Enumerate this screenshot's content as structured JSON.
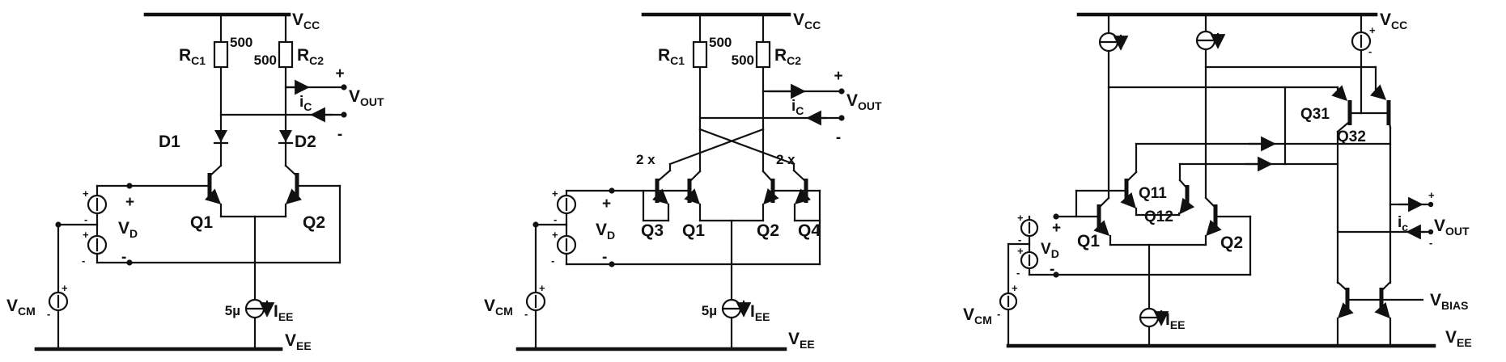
{
  "figure": {
    "background": "#ffffff",
    "ink": "#111111",
    "description": "Three bipolar differential amplifier schematics"
  },
  "sym": {
    "plus": "+",
    "minus": "-"
  },
  "c1": {
    "vcc": {
      "m": "V",
      "s": "CC"
    },
    "rc1": {
      "m": "R",
      "s": "C1"
    },
    "rc1_value": "500",
    "rc2": {
      "m": "R",
      "s": "C2"
    },
    "rc2_value": "500",
    "ic": {
      "m": "i",
      "s": "C"
    },
    "vout": {
      "m": "V",
      "s": "OUT"
    },
    "d1": "D1",
    "d2": "D2",
    "q1": "Q1",
    "q2": "Q2",
    "vd": {
      "m": "V",
      "s": "D"
    },
    "vcm": {
      "m": "V",
      "s": "CM"
    },
    "iee": {
      "m": "I",
      "s": "EE"
    },
    "iee_value": "5µ",
    "vee": {
      "m": "V",
      "s": "EE"
    }
  },
  "c2": {
    "vcc": {
      "m": "V",
      "s": "CC"
    },
    "rc1": {
      "m": "R",
      "s": "C1"
    },
    "rc1_value": "500",
    "rc2": {
      "m": "R",
      "s": "C2"
    },
    "rc2_value": "500",
    "ic": {
      "m": "i",
      "s": "C"
    },
    "vout": {
      "m": "V",
      "s": "OUT"
    },
    "mult_left": "2 x",
    "mult_right": "2 x",
    "q3": "Q3",
    "q1": "Q1",
    "q2": "Q2",
    "q4": "Q4",
    "vd": {
      "m": "V",
      "s": "D"
    },
    "vcm": {
      "m": "V",
      "s": "CM"
    },
    "iee": {
      "m": "I",
      "s": "EE"
    },
    "iee_value": "5µ",
    "vee": {
      "m": "V",
      "s": "EE"
    }
  },
  "c3": {
    "vcc": {
      "m": "V",
      "s": "CC"
    },
    "q31": "Q31",
    "q32": "Q32",
    "q11": "Q11",
    "q12": "Q12",
    "q1": "Q1",
    "q2": "Q2",
    "vd": {
      "m": "V",
      "s": "D"
    },
    "vcm": {
      "m": "V",
      "s": "CM"
    },
    "iee": {
      "m": "I",
      "s": "EE"
    },
    "ic": {
      "m": "i",
      "s": "c"
    },
    "vout": {
      "m": "V",
      "s": "OUT"
    },
    "vbias": {
      "m": "V",
      "s": "BIAS"
    },
    "vee": {
      "m": "V",
      "s": "EE"
    }
  }
}
